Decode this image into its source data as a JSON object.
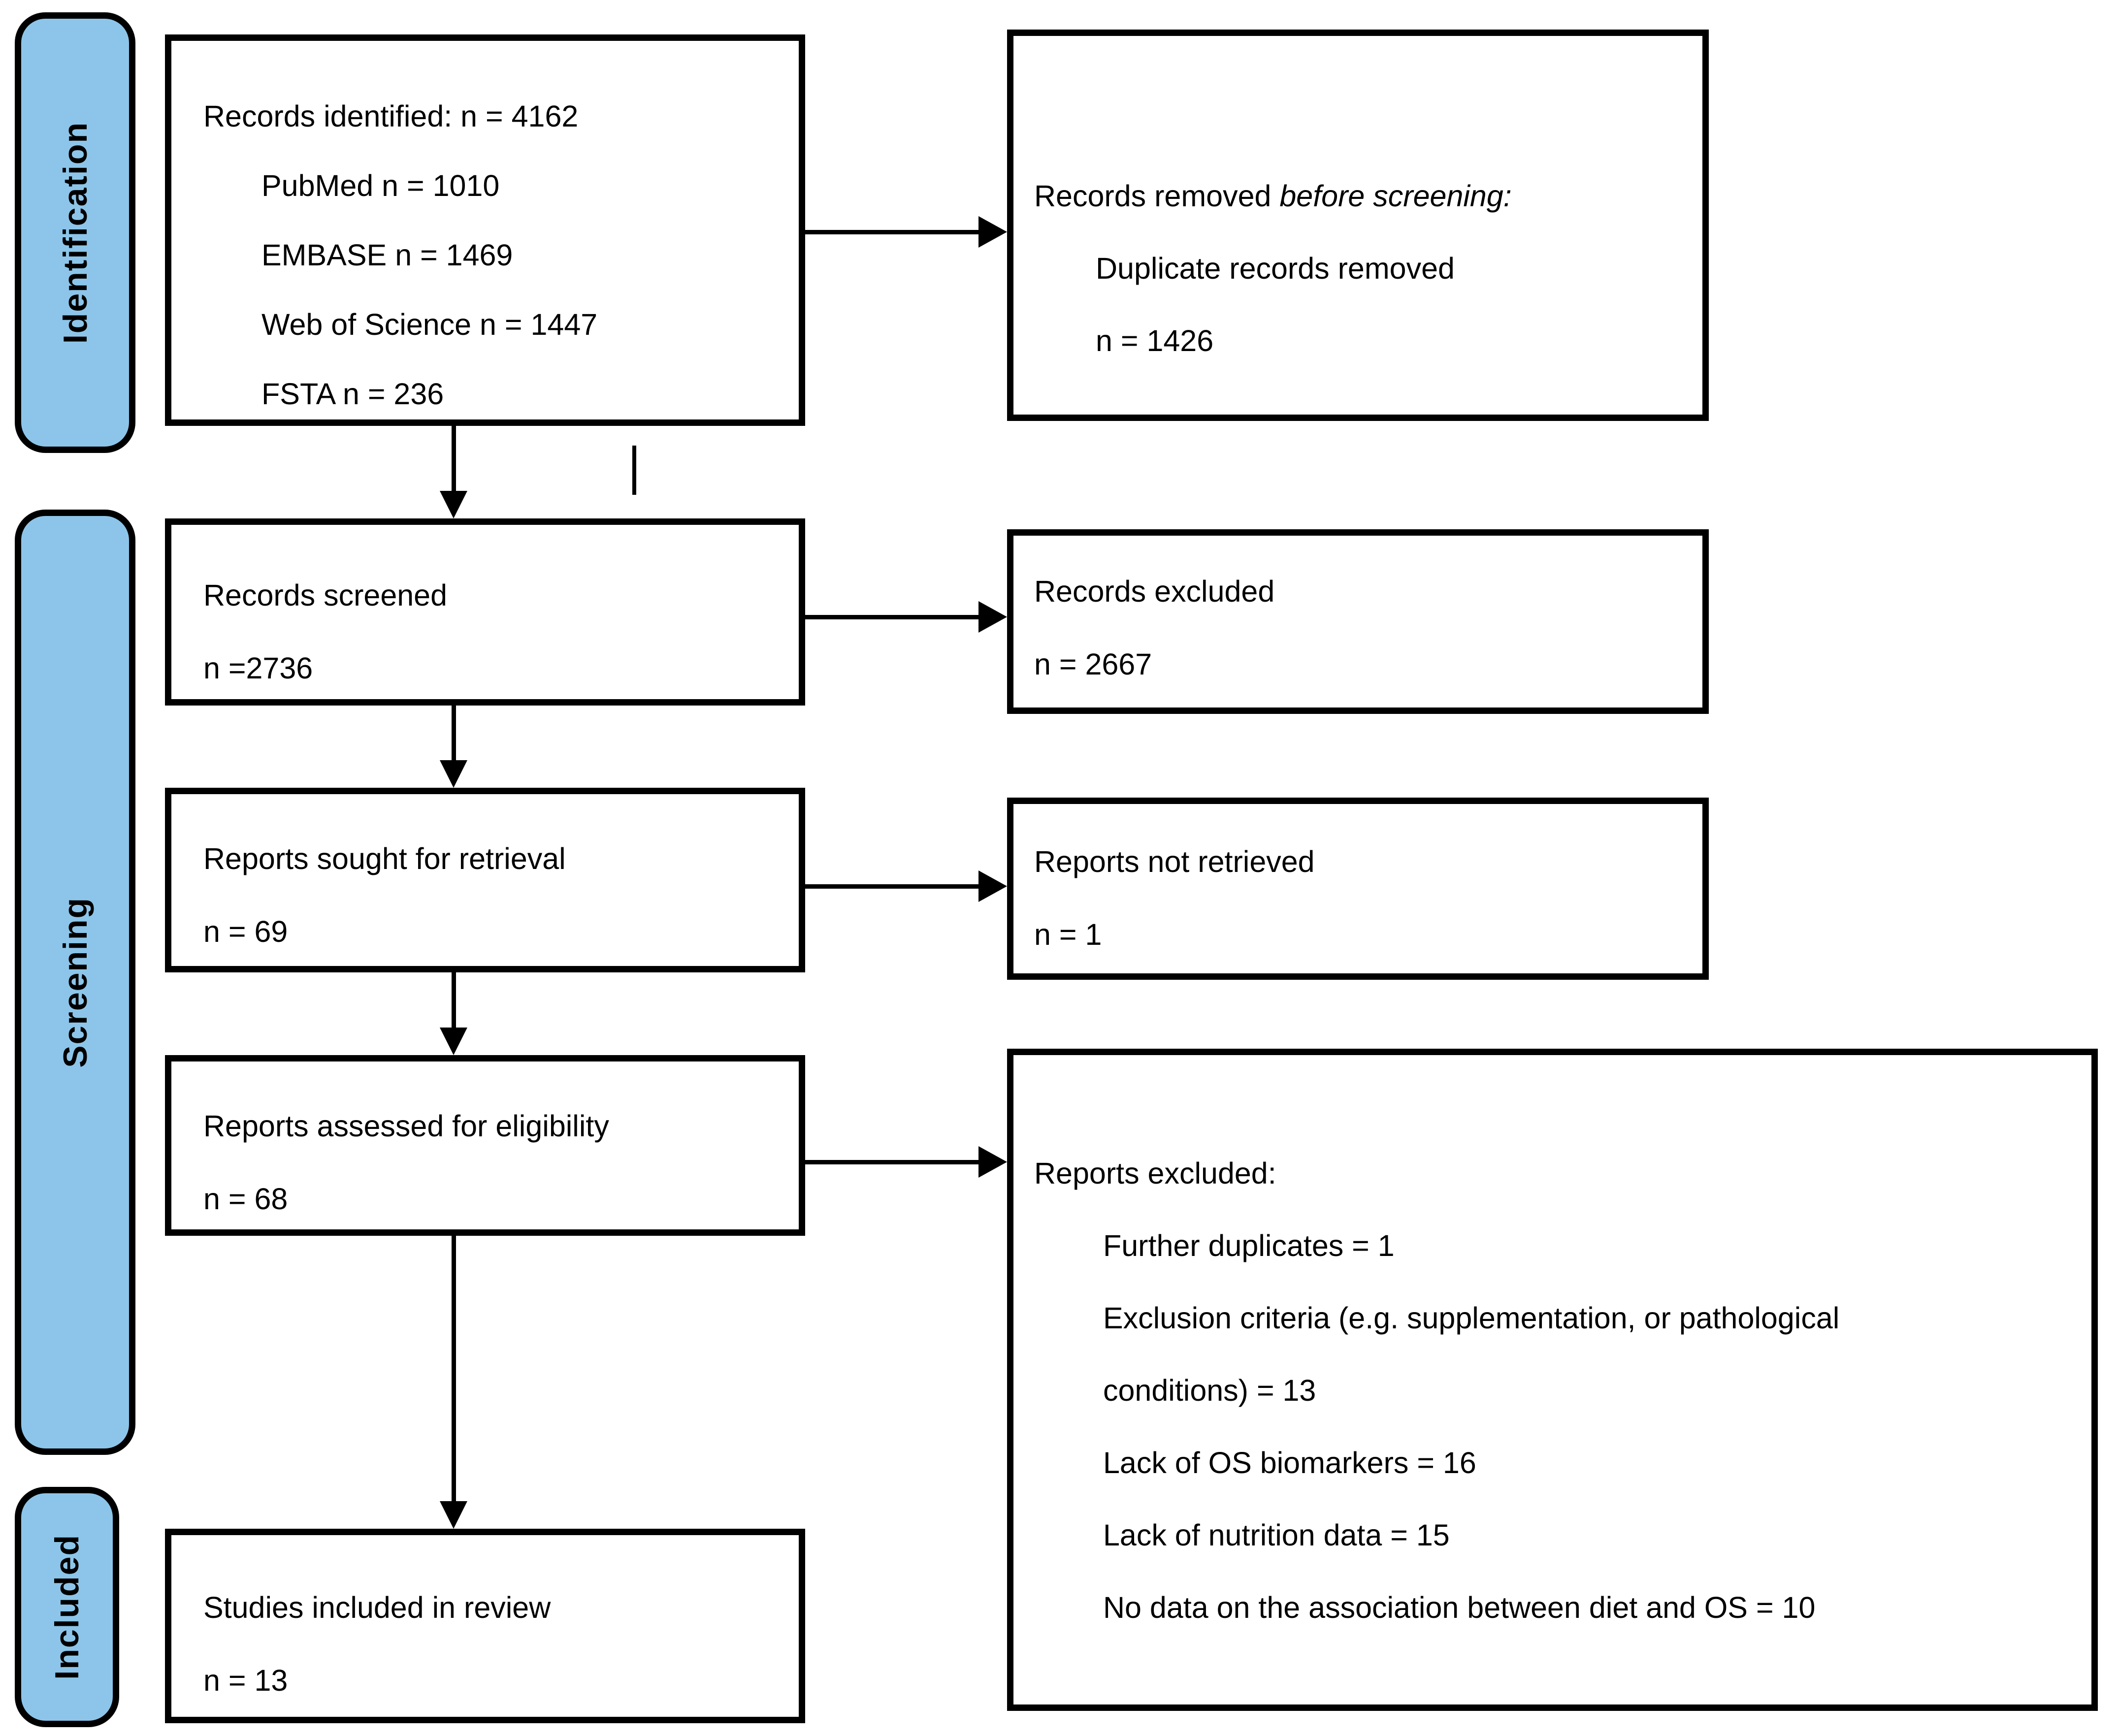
{
  "sidebar": {
    "identification_label": "Identification",
    "screening_label": "Screening",
    "included_label": "Included"
  },
  "flow": {
    "records_identified": {
      "title": "Records identified: n = 4162",
      "sources": [
        "PubMed n = 1010",
        "EMBASE n = 1469",
        "Web of Science n = 1447",
        "FSTA n = 236"
      ]
    },
    "records_removed": {
      "prefix": "Records removed ",
      "italic": "before screening:",
      "detail": "Duplicate records removed",
      "count": "n = 1426"
    },
    "records_screened": {
      "title": "Records screened",
      "count": "n =2736"
    },
    "records_excluded": {
      "title": "Records excluded",
      "count": "n = 2667"
    },
    "reports_sought": {
      "title": "Reports sought for retrieval",
      "count": "n = 69"
    },
    "reports_not_retrieved": {
      "title": "Reports not retrieved",
      "count": "n = 1"
    },
    "reports_assessed": {
      "title": "Reports assessed for eligibility",
      "count": "n = 68"
    },
    "reports_excluded": {
      "title": "Reports excluded:",
      "reasons": [
        "Further duplicates = 1",
        "Exclusion criteria (e.g. supplementation, or pathological",
        "conditions) = 13",
        "Lack of OS biomarkers = 16",
        "Lack of nutrition data = 15",
        "No data on the association between diet and OS = 10"
      ]
    },
    "studies_included": {
      "title": "Studies included in review",
      "count": "n = 13"
    }
  },
  "colors": {
    "stage_fill": "#8CC5E9",
    "line_color": "#000000"
  }
}
